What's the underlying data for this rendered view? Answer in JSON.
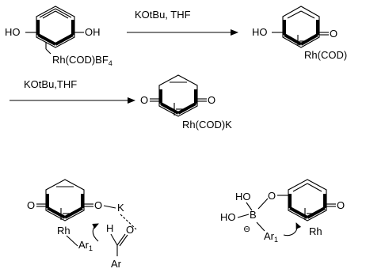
{
  "reaction1": {
    "reagent": "KOtBu, THF",
    "start_left": "HO",
    "start_right": "OH",
    "start_complex": "Rh(COD)BF",
    "start_complex_sub": "4",
    "product_left": "HO",
    "product_right": "O",
    "product_complex": "Rh(COD)"
  },
  "reaction2": {
    "reagent": "KOtBu,THF",
    "product_left": "O",
    "product_right": "O",
    "product_complex": "Rh(COD)K"
  },
  "mechanism1": {
    "o_left": "O",
    "o_right": "O",
    "k": "K",
    "rh": "Rh",
    "ar1": "Ar",
    "ar1_sub": "1",
    "h": "H",
    "o_ald": "O",
    "ar": "Ar"
  },
  "mechanism2": {
    "ho_top": "HO",
    "ho_left": "HO",
    "boron": "B",
    "o_link": "O",
    "minus": "⊖",
    "ar1": "Ar",
    "ar1_sub": "1",
    "rh": "Rh",
    "o_right": "O"
  }
}
